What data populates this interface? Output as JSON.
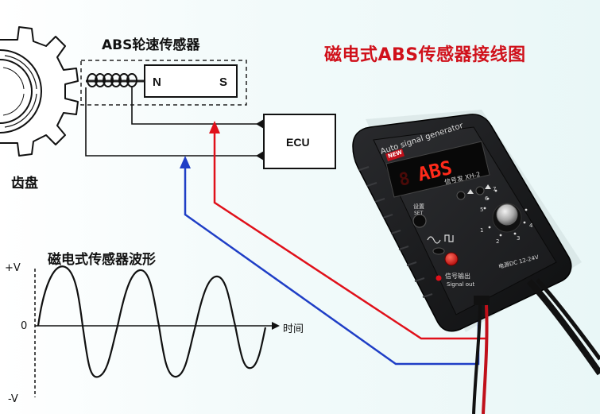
{
  "main_title": "磁电式ABS传感器接线图",
  "sensor": {
    "title": "ABS轮速传感器",
    "north_pole": "N",
    "south_pole": "S"
  },
  "gear_label": "齿盘",
  "ecu_label": "ECU",
  "waveform": {
    "title": "磁电式传感器波形",
    "y_max_label": "+V",
    "y_zero_label": "0",
    "y_min_label": "-V",
    "x_axis_label": "时间"
  },
  "device": {
    "brand_header": "Auto signal generator",
    "badge": "NEW",
    "display_digits": "ABS",
    "display_dim_digit": "8",
    "model_label": "信号发 XH-2",
    "set_button_label_cn": "设置",
    "set_button_label_en": "SET",
    "dial_numbers": [
      "1",
      "2",
      "3",
      "4",
      "5",
      "6",
      "7"
    ],
    "signal_out_cn": "信号输出",
    "signal_out_en": "Signal out",
    "power_label": "电源DC 12-24V"
  },
  "colors": {
    "title_red": "#d0111b",
    "wire_red": "#e0101a",
    "wire_blue": "#1f3ec6",
    "display_red": "#ff2a1a",
    "device_body": "#1b1c1e"
  }
}
